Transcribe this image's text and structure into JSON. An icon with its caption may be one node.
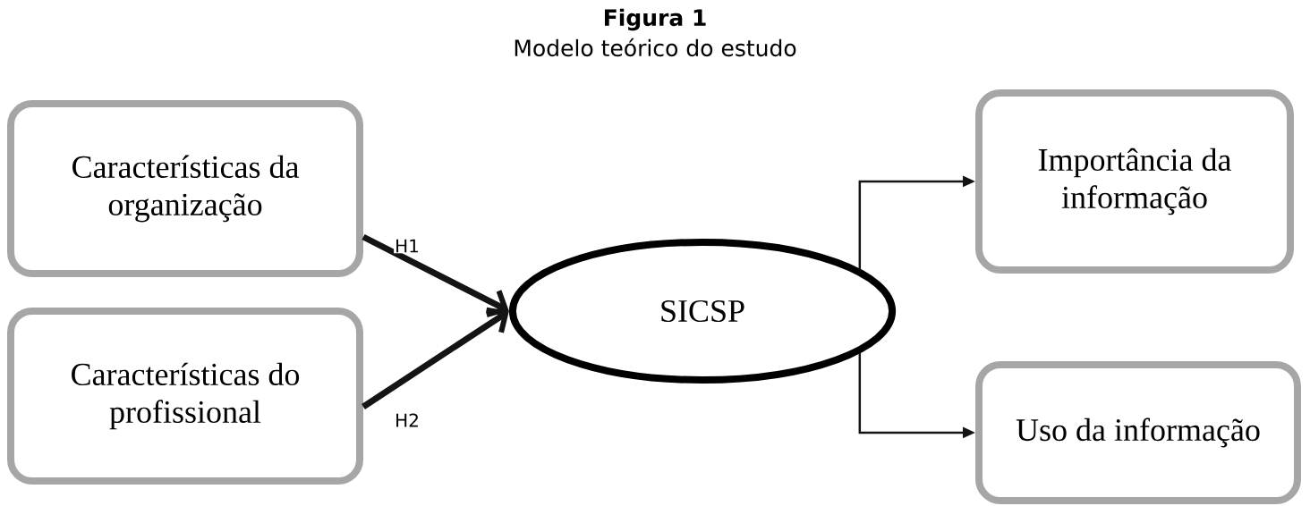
{
  "diagram": {
    "title": "Figura 1",
    "caption": "Modelo teórico do estudo",
    "nodes": [
      {
        "text": [
          "Características da organização"
        ]
      },
      {
        "text": [
          "Características do profissional"
        ]
      },
      {
        "text": [
          "SICSP"
        ]
      },
      {
        "text": [
          "Importância da informação"
        ]
      },
      {
        "text": [
          "Uso da informação"
        ]
      }
    ],
    "edges": [
      {
        "from": 0,
        "to": 2,
        "arrow": "to",
        "label": "H1",
        "style": "thick"
      },
      {
        "from": 1,
        "to": 2,
        "arrow": "to",
        "label": "H2",
        "style": "thick"
      },
      {
        "from": 2,
        "to": 3,
        "arrow": "to"
      },
      {
        "from": 2,
        "to": 4,
        "arrow": "to"
      }
    ]
  }
}
